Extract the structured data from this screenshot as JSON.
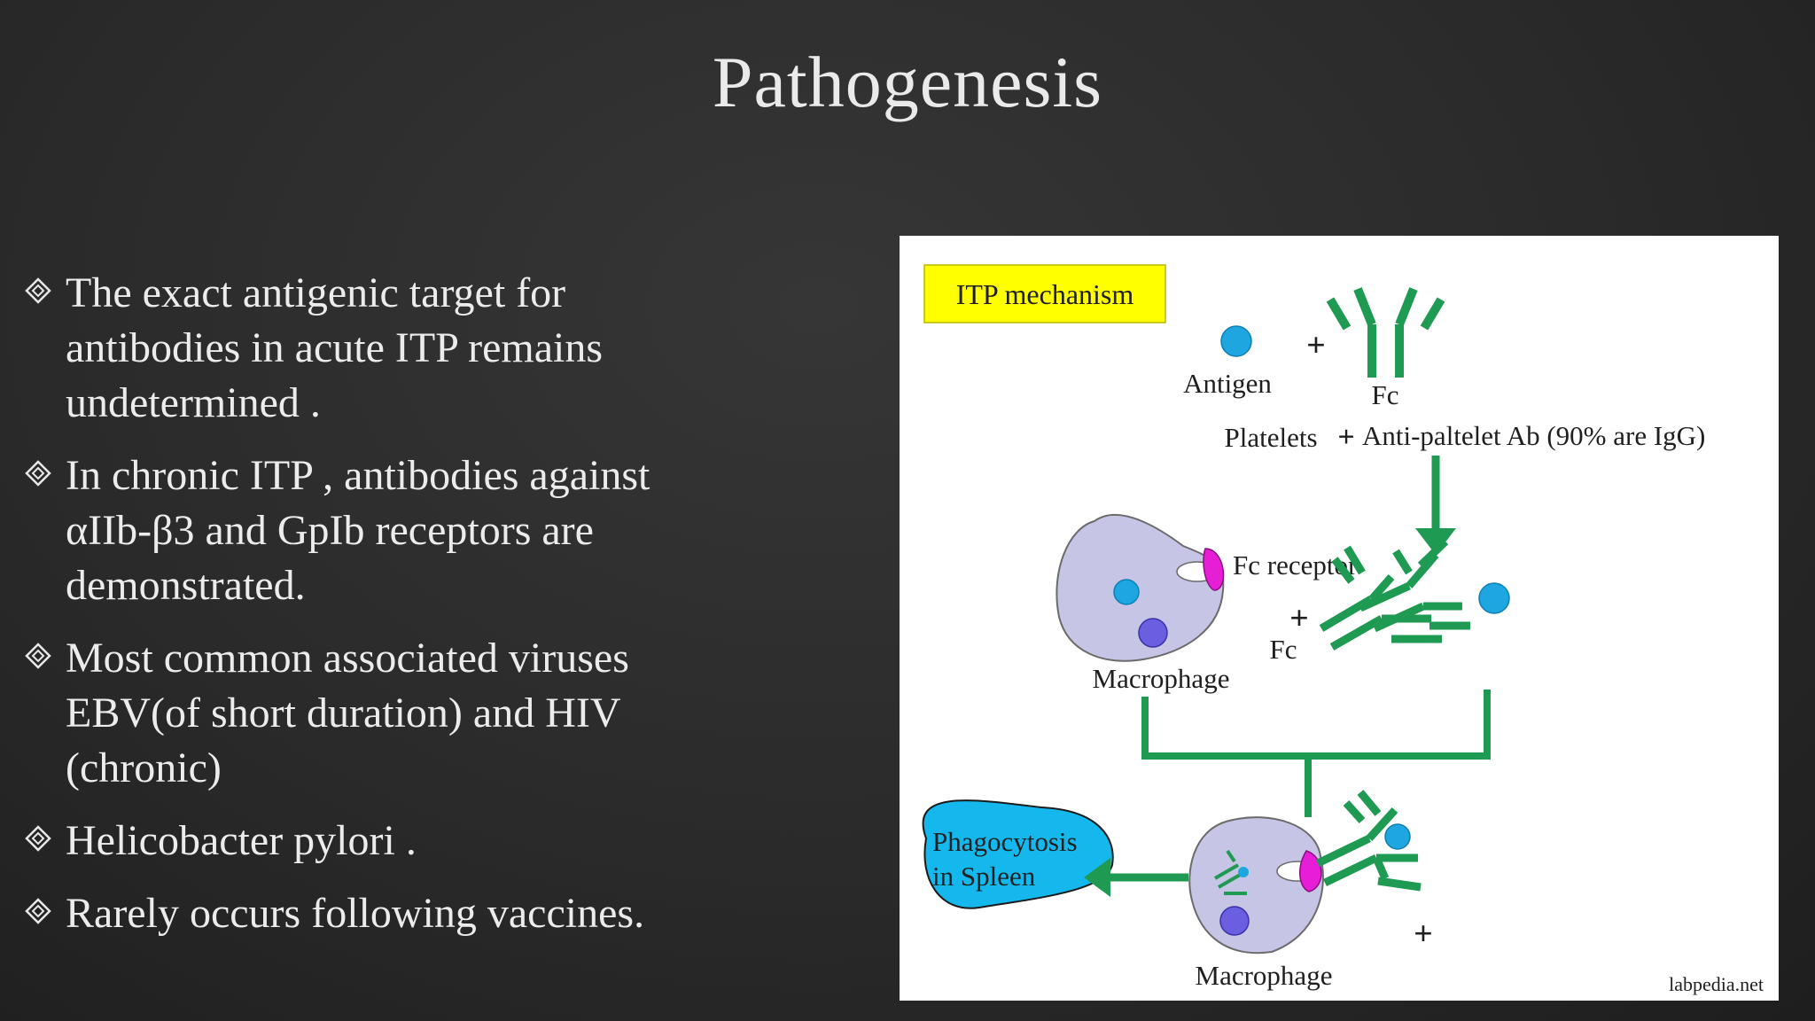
{
  "slide": {
    "title": "Pathogenesis",
    "bullets": [
      {
        "lines": [
          "The exact antigenic target for",
          "antibodies in acute ITP remains",
          "undetermined ."
        ]
      },
      {
        "lines": [
          "In chronic ITP , antibodies against",
          "αIIb-β3 and GpIb receptors are",
          "demonstrated."
        ]
      },
      {
        "lines": [
          "Most common associated viruses",
          "EBV(of short duration) and HIV",
          "(chronic)"
        ]
      },
      {
        "lines": [
          "Helicobacter pylori ."
        ]
      },
      {
        "lines": [
          "Rarely occurs following vaccines."
        ]
      }
    ]
  },
  "diagram": {
    "title": "ITP mechanism",
    "antigen_label": "Antigen",
    "fc_label_top": "Fc",
    "platelets_label": "Platelets",
    "antibody_label": "Anti-paltelet Ab (90% are IgG)",
    "fc_receptor_label": "Fc receptor",
    "fc_label_mid": "Fc",
    "macrophage_label_top": "Macrophage",
    "phagocytosis_line1": "Phagocytosis",
    "phagocytosis_line2": "in Spleen",
    "macrophage_label_bottom": "Macrophage",
    "plus_sign": "+",
    "source": "labpedia.net",
    "colors": {
      "antibody": "#1f9a53",
      "antigen": "#1ea6e0",
      "nucleus": "#6a5fe0",
      "macrophage": "#c7c5e6",
      "receptor": "#e61fd6",
      "phagocytosis": "#14b8ec",
      "title_box": "#ffff00"
    }
  }
}
